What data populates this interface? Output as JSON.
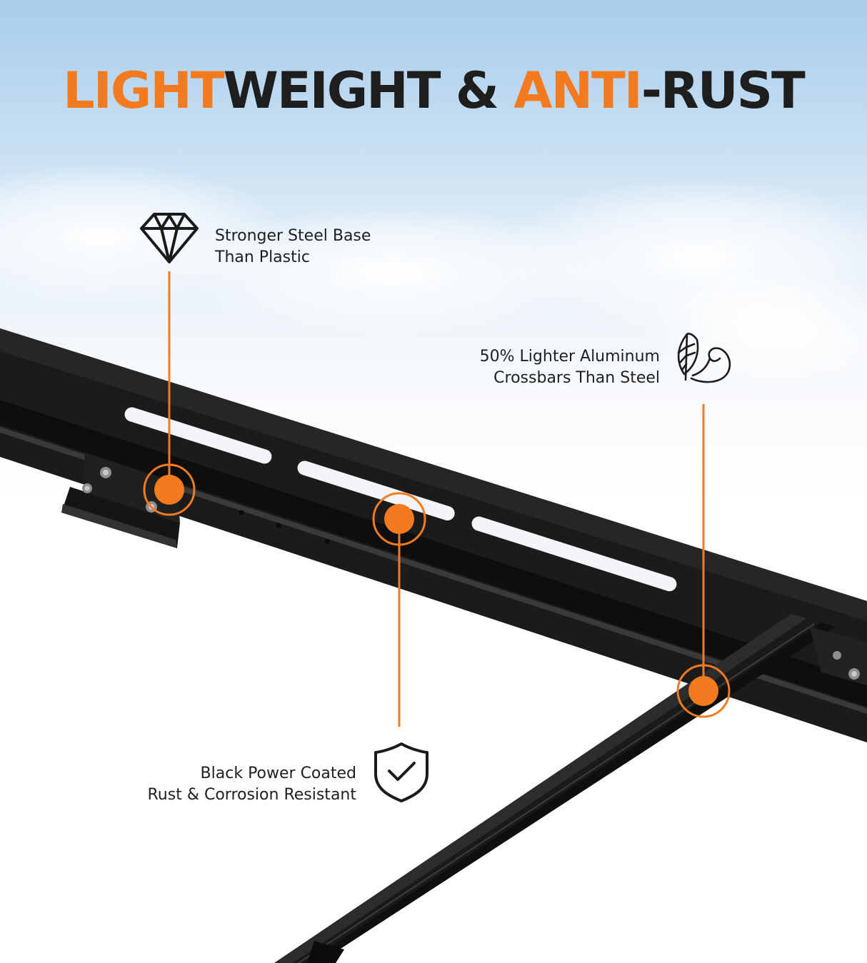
{
  "headline": {
    "part1": "LIGHT",
    "part2": "WEIGHT & ",
    "part3": "ANTI",
    "part4": "-RUST"
  },
  "callouts": [
    {
      "icon": "diamond-icon",
      "line1": "Stronger Steel Base",
      "line2": "Than Plastic"
    },
    {
      "icon": "feather-arm-icon",
      "line1": "50% Lighter Aluminum",
      "line2": "Crossbars Than Steel"
    },
    {
      "icon": "shield-check-icon",
      "line1": "Black Power Coated",
      "line2": "Rust & Corrosion Resistant"
    }
  ],
  "colors": {
    "accent": "#f37a1f",
    "text": "#1e1e1e",
    "rack": "#1a1a1a"
  }
}
